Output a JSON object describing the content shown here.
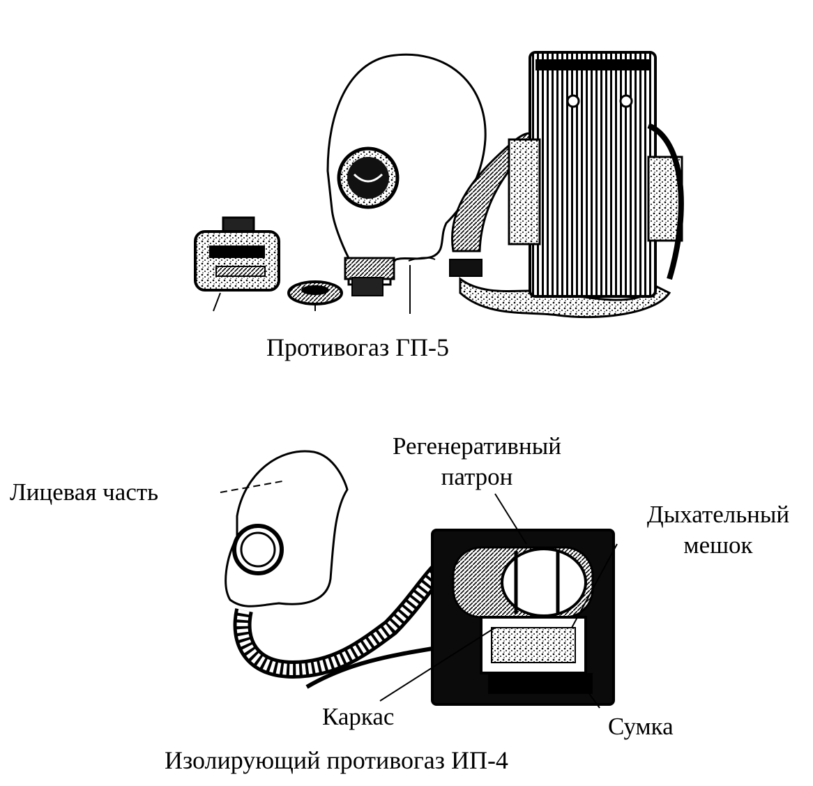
{
  "figure_1": {
    "caption": "Противогаз ГП-5"
  },
  "figure_2": {
    "caption": "Изолирующий противогаз ИП-4",
    "labels": {
      "face_part": "Лицевая часть",
      "regen_line1": "Регенеративный",
      "regen_line2": "патрон",
      "bag_line1": "Дыхательный",
      "bag_line2": "мешок",
      "frame": "Каркас",
      "pouch": "Сумка"
    }
  },
  "colors": {
    "ink": "#000000",
    "paper": "#ffffff",
    "gray": "#555555"
  }
}
